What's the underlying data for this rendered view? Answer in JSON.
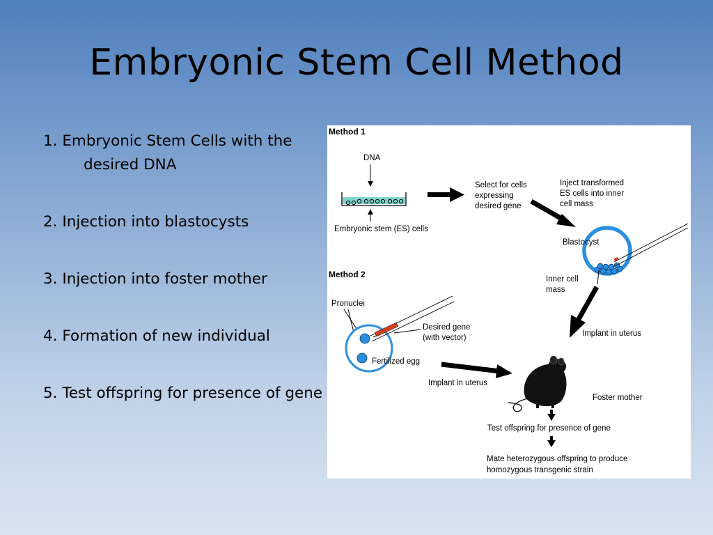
{
  "slide": {
    "title": "Embryonic Stem Cell Method",
    "bullets": [
      {
        "line1": "1. Embryonic Stem Cells with the",
        "line2": "desired DNA"
      },
      {
        "line1": "2. Injection into blastocysts"
      },
      {
        "line1": "3. Injection into foster mother"
      },
      {
        "line1": "4. Formation of new individual"
      },
      {
        "line1": "5. Test offspring for presence of gene"
      }
    ]
  },
  "figure": {
    "method1_title": "Method 1",
    "dna": "DNA",
    "es_cells": "Embryonic stem (ES) cells",
    "select_cells": [
      "Select for cells",
      "expressing",
      "desired gene"
    ],
    "inject_transformed": [
      "Inject transformed",
      "ES cells into inner",
      "cell mass"
    ],
    "blastocyst": "Blastocyst",
    "inner_cell_mass": [
      "Inner cell",
      "mass"
    ],
    "method2_title": "Method 2",
    "pronuclei": "Pronuclei",
    "desired_gene": [
      "Desired gene",
      "(with vector)"
    ],
    "fertilized_egg": "Fertilized egg",
    "implant_uterus_1": "Implant in uterus",
    "implant_uterus_2": "Implant in uterus",
    "foster_mother": "Foster mother",
    "test_offspring": "Test offspring for presence of gene",
    "mate_offspring": [
      "Mate heterozygous offspring to produce",
      "homozygous transgenic strain"
    ]
  },
  "colors": {
    "bg_top": "#4f7fbd",
    "bg_bottom": "#d9e4f1",
    "cell_blue": "#2a8fe0",
    "vector_red": "#d8401d",
    "dish_teal": "#7fd4cf"
  }
}
